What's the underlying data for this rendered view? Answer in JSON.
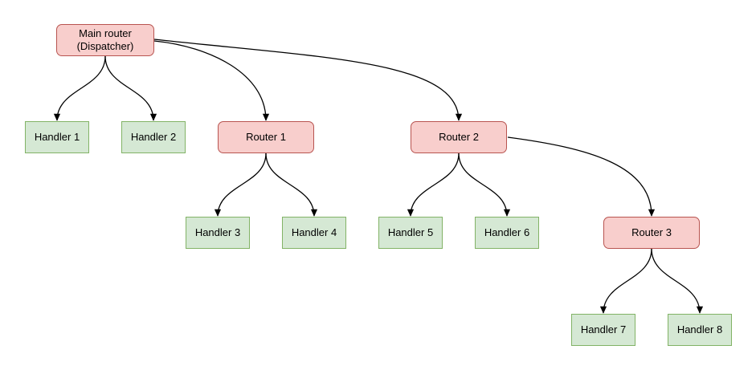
{
  "diagram": {
    "nodes": {
      "main": {
        "label": "Main router\n(Dispatcher)",
        "type": "router"
      },
      "handler1": {
        "label": "Handler 1",
        "type": "handler"
      },
      "handler2": {
        "label": "Handler 2",
        "type": "handler"
      },
      "router1": {
        "label": "Router 1",
        "type": "router"
      },
      "router2": {
        "label": "Router 2",
        "type": "router"
      },
      "handler3": {
        "label": "Handler 3",
        "type": "handler"
      },
      "handler4": {
        "label": "Handler 4",
        "type": "handler"
      },
      "handler5": {
        "label": "Handler 5",
        "type": "handler"
      },
      "handler6": {
        "label": "Handler 6",
        "type": "handler"
      },
      "router3": {
        "label": "Router 3",
        "type": "router"
      },
      "handler7": {
        "label": "Handler 7",
        "type": "handler"
      },
      "handler8": {
        "label": "Handler 8",
        "type": "handler"
      }
    },
    "edges": [
      {
        "from": "Main router (Dispatcher)",
        "to": "Handler 1"
      },
      {
        "from": "Main router (Dispatcher)",
        "to": "Handler 2"
      },
      {
        "from": "Main router (Dispatcher)",
        "to": "Router 1"
      },
      {
        "from": "Main router (Dispatcher)",
        "to": "Router 2"
      },
      {
        "from": "Router 1",
        "to": "Handler 3"
      },
      {
        "from": "Router 1",
        "to": "Handler 4"
      },
      {
        "from": "Router 2",
        "to": "Handler 5"
      },
      {
        "from": "Router 2",
        "to": "Handler 6"
      },
      {
        "from": "Router 2",
        "to": "Router 3"
      },
      {
        "from": "Router 3",
        "to": "Handler 7"
      },
      {
        "from": "Router 3",
        "to": "Handler 8"
      }
    ],
    "colors": {
      "router_fill": "#f8cecc",
      "router_border": "#b85450",
      "handler_fill": "#d5e8d4",
      "handler_border": "#82b366",
      "edge": "#000000",
      "background": "#ffffff"
    }
  }
}
